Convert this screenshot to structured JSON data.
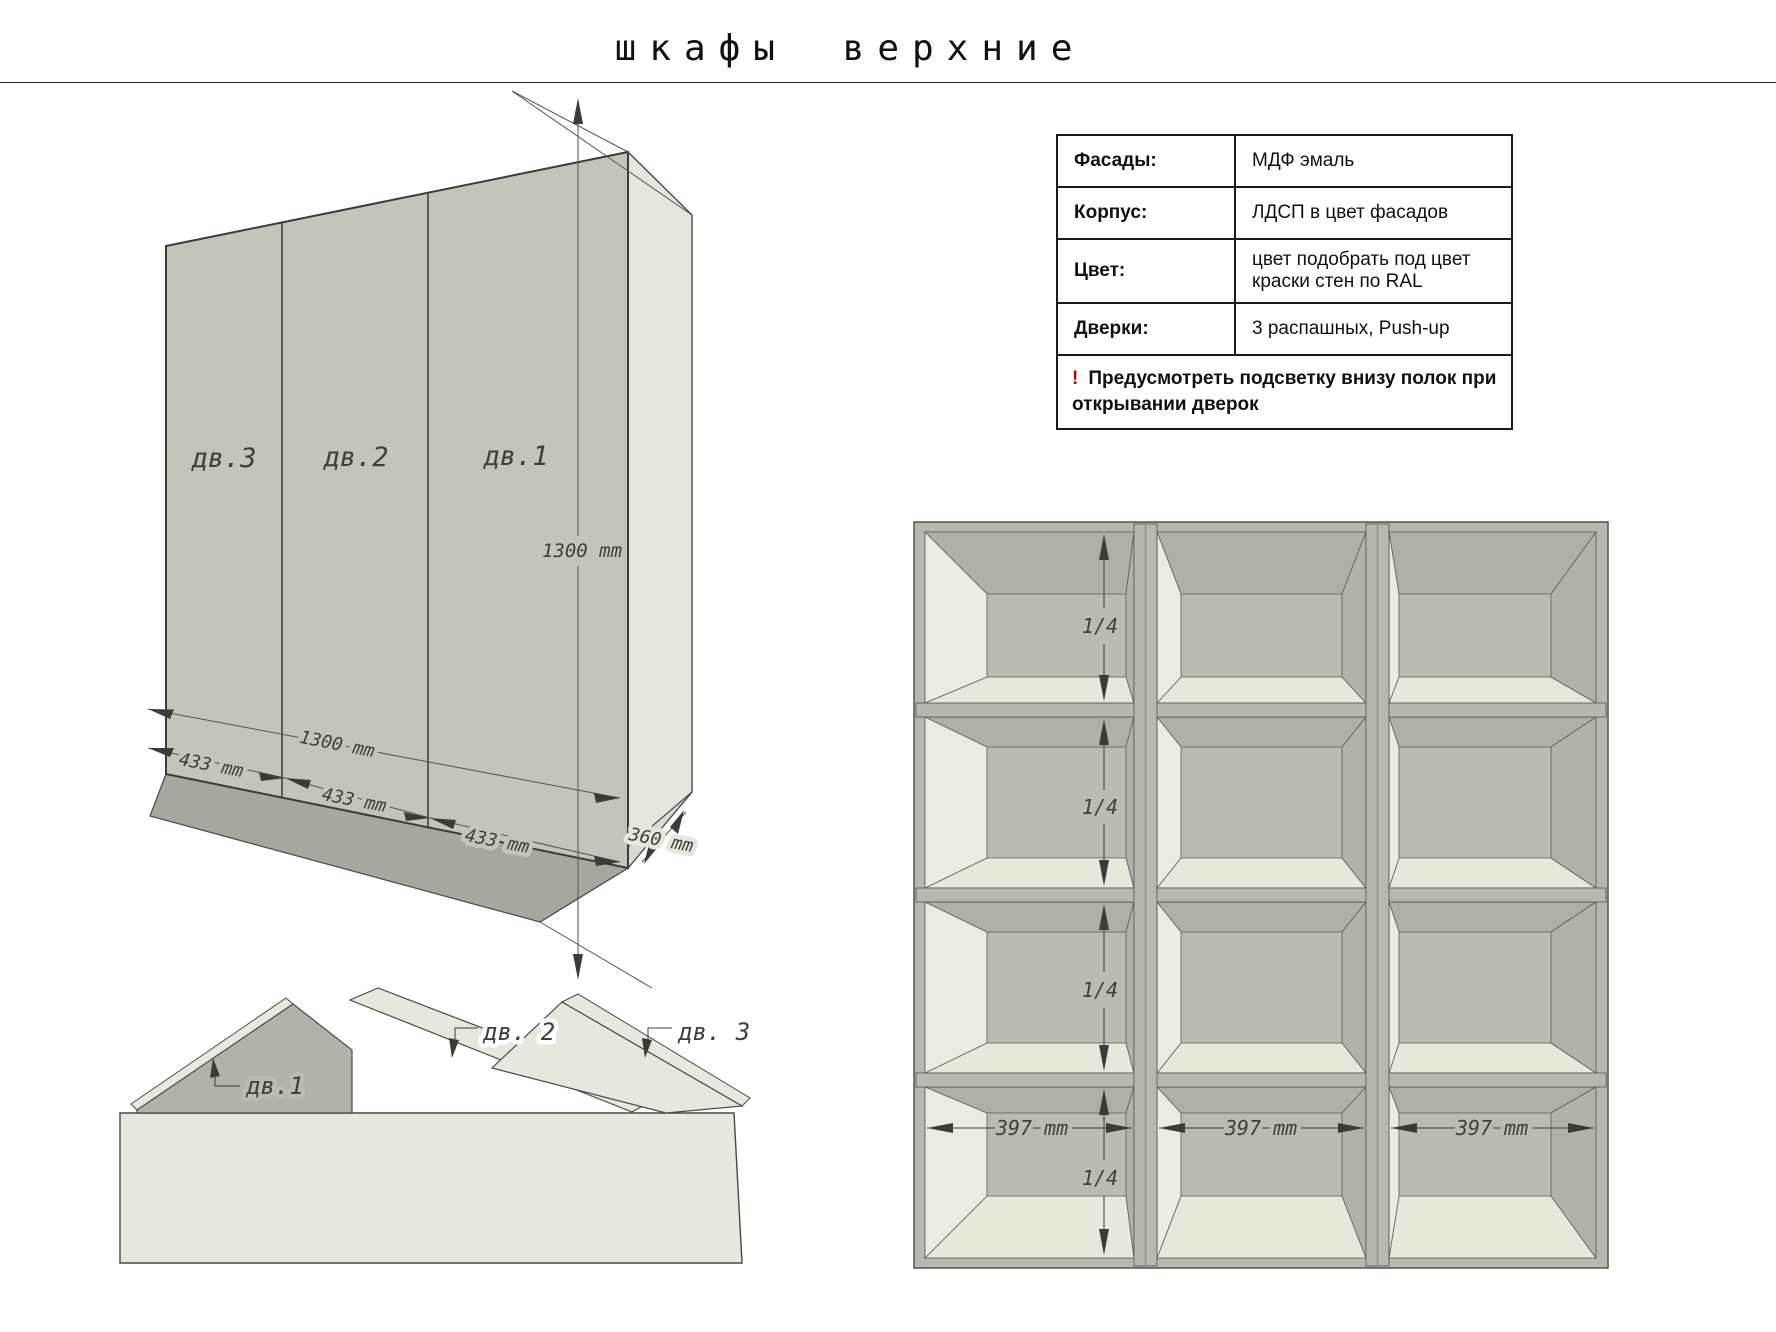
{
  "title": "шкафы верхние",
  "spec_table": {
    "rows": [
      {
        "label": "Фасады:",
        "value": "МДФ эмаль"
      },
      {
        "label": "Корпус:",
        "value": "ЛДСП в цвет фасадов"
      },
      {
        "label": "Цвет:",
        "value": "цвет подобрать под цвет краски стен по RAL"
      },
      {
        "label": "Дверки:",
        "value": "3 распашных, Push-up"
      }
    ],
    "warning": {
      "mark": "!",
      "text": "Предусмотреть подсветку внизу полок при открывании дверок"
    }
  },
  "iso_view": {
    "door_labels": [
      "дв.3",
      "дв.2",
      "дв.1"
    ],
    "height_dim": "1300 mm",
    "width_total_dim": "1300 mm",
    "door_width_dims": [
      "433 mm",
      "433 mm",
      "433 mm"
    ],
    "depth_dim": "360 mm"
  },
  "open_doors_view": {
    "labels": [
      "дв.1",
      "дв. 2",
      "дв. 3"
    ]
  },
  "front_view": {
    "shelf_fraction_labels": [
      "1/4",
      "1/4",
      "1/4",
      "1/4"
    ],
    "module_width_dims": [
      "397 mm",
      "397 mm",
      "397 mm"
    ]
  },
  "colors": {
    "warning_mark": "#c00000",
    "cabinet_face": "#c6c3bb",
    "cabinet_side": "#e8e5dd",
    "frame": "#b9b7ae",
    "interior_back": "#bcbab1"
  }
}
